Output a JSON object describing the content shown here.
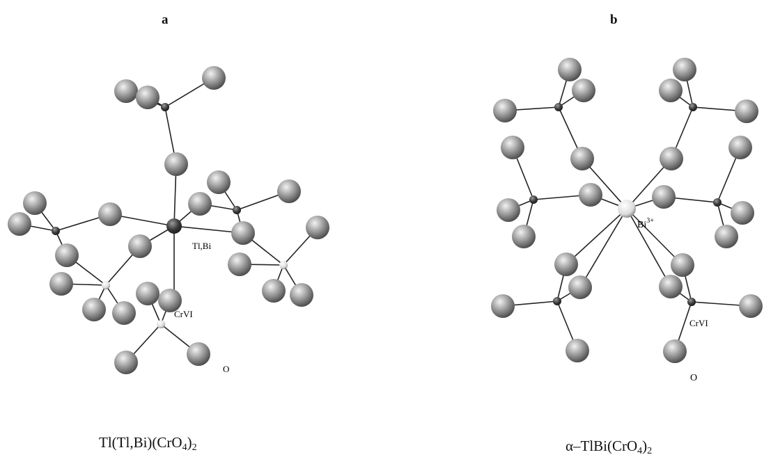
{
  "panel_a": {
    "letter": "a",
    "labels": {
      "metal": "Tl,Bi",
      "chromium": "CrVI",
      "oxygen": "O"
    },
    "formula": {
      "pre": "Tl(Tl,Bi)(CrO",
      "sub1": "4",
      "mid": ")",
      "sub2": "2"
    }
  },
  "panel_b": {
    "letter": "b",
    "labels": {
      "metal": "Bi",
      "metal_charge": "3+",
      "chromium": "CrVI",
      "oxygen": "O"
    },
    "formula": {
      "pre": "α–TlBi(CrO",
      "sub1": "4",
      "mid": ")",
      "sub2": "2"
    }
  }
}
